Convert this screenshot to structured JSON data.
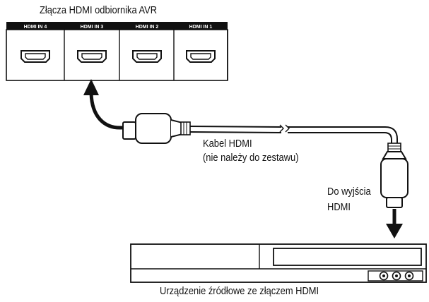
{
  "avr": {
    "title": "Złącza HDMI odbiornika AVR",
    "ports": [
      {
        "label": "HDMI IN 4"
      },
      {
        "label": "HDMI IN 3"
      },
      {
        "label": "HDMI IN 2"
      },
      {
        "label": "HDMI IN 1"
      }
    ]
  },
  "cable": {
    "line1": "Kabel HDMI",
    "line2": "(nie należy do zestawu)"
  },
  "output": {
    "line1": "Do wyjścia",
    "line2": "HDMI"
  },
  "source": {
    "caption": "Urządzenie źródłowe ze złączem HDMI"
  }
}
